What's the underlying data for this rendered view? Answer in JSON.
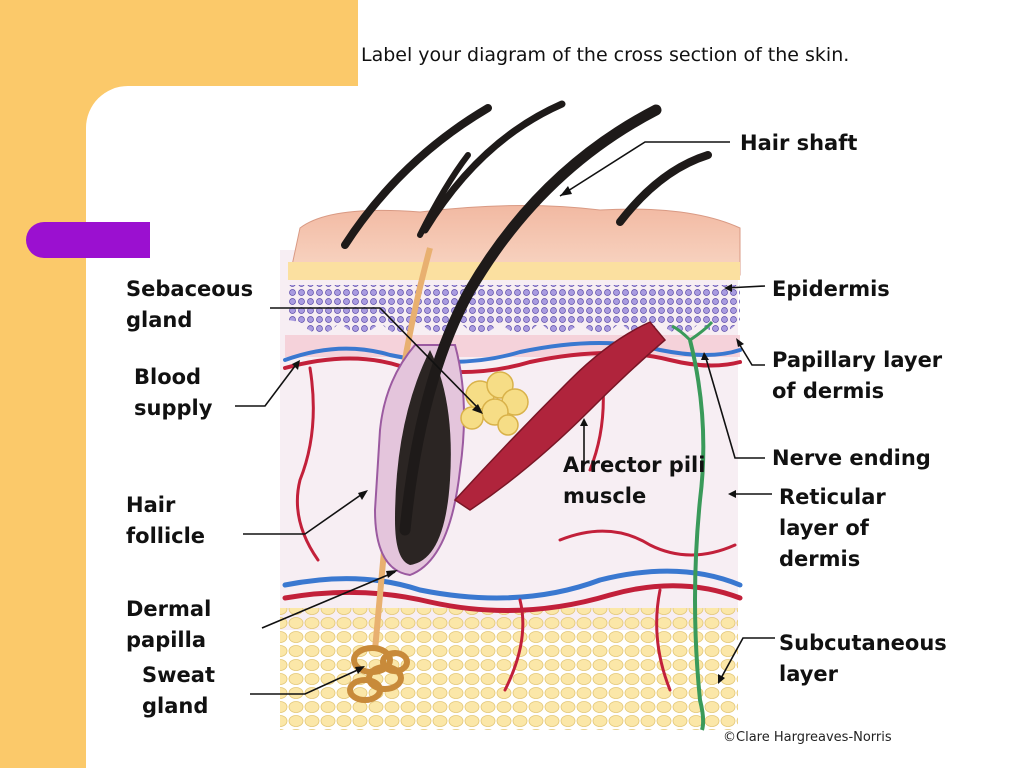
{
  "title": "Label your diagram of the cross section of the skin.",
  "labels": {
    "hair_shaft": "Hair shaft",
    "epidermis": "Epidermis",
    "papillary_1": "Papillary layer",
    "papillary_2": "of dermis",
    "nerve_ending": "Nerve ending",
    "reticular_1": "Reticular",
    "reticular_2": "layer of",
    "reticular_3": "dermis",
    "subcutaneous_1": "Subcutaneous",
    "subcutaneous_2": "layer",
    "sebaceous_1": "Sebaceous",
    "sebaceous_2": "gland",
    "blood_1": "Blood",
    "blood_2": "supply",
    "follicle_1": "Hair",
    "follicle_2": "follicle",
    "arrector_1": "Arrector pili",
    "arrector_2": "muscle",
    "papilla_1": "Dermal",
    "papilla_2": "papilla",
    "sweat_1": "Sweat",
    "sweat_2": "gland"
  },
  "credit": "©Clare Hargreaves-Norris",
  "colors": {
    "background": "#fbc96a",
    "accent_tab": "#9b10d0",
    "artery": "#c2203a",
    "vein": "#3a78d0",
    "nerve": "#3a9a5a"
  }
}
